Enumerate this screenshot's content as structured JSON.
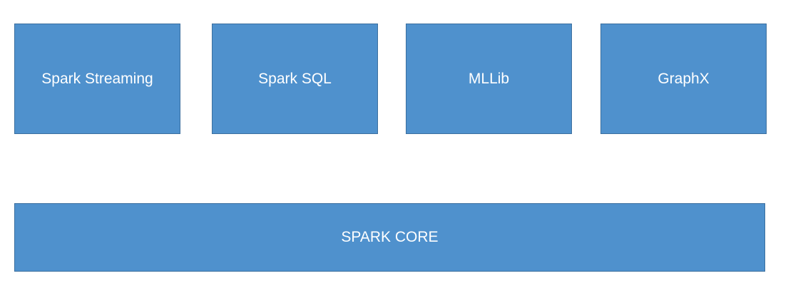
{
  "diagram": {
    "components": [
      {
        "label": "Spark Streaming"
      },
      {
        "label": "Spark SQL"
      },
      {
        "label": "MLLib"
      },
      {
        "label": "GraphX"
      }
    ],
    "core": {
      "label": "SPARK CORE"
    },
    "colors": {
      "box_fill": "#4f91cd",
      "box_border": "#3b6f9f",
      "text": "#ffffff",
      "background": "#ffffff"
    }
  }
}
